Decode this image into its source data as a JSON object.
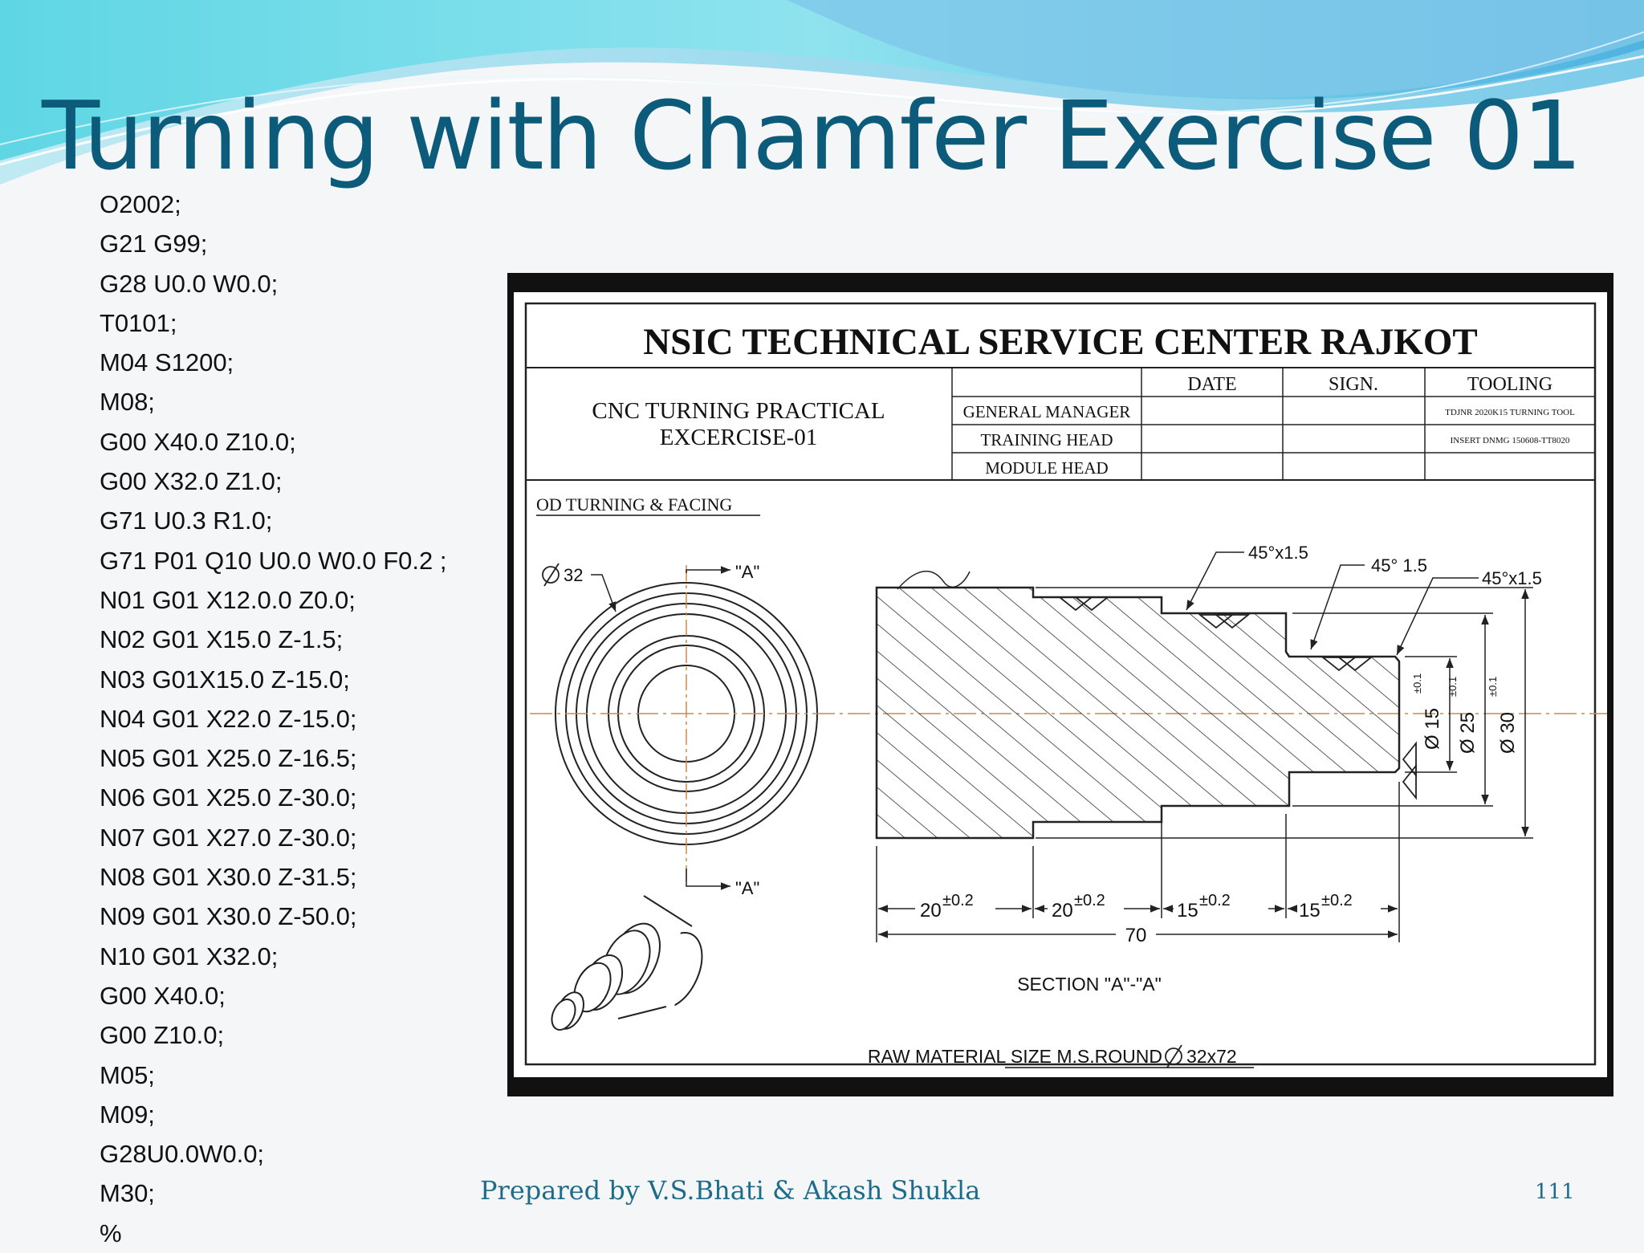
{
  "slide": {
    "title": "Turning with Chamfer Exercise 01",
    "footer_author": "Prepared by  V.S.Bhati  &   Akash Shukla",
    "page_number": "111"
  },
  "code_lines": [
    "O2002;",
    "G21 G99;",
    "G28 U0.0 W0.0;",
    "T0101;",
    "M04 S1200;",
    "M08;",
    "G00 X40.0 Z10.0;",
    "G00 X32.0 Z1.0;",
    "G71 U0.3 R1.0;",
    "G71 P01 Q10 U0.0 W0.0 F0.2 ;",
    "N01 G01 X12.0.0 Z0.0;",
    "N02 G01 X15.0 Z-1.5;",
    "N03 G01X15.0 Z-15.0;",
    "N04 G01 X22.0 Z-15.0;",
    "N05 G01 X25.0 Z-16.5;",
    "N06 G01 X25.0 Z-30.0;",
    "N07 G01 X27.0 Z-30.0;",
    "N08 G01 X30.0 Z-31.5;",
    "N09 G01 X30.0 Z-50.0;",
    "N10 G01 X32.0;",
    "G00 X40.0;",
    "G00 Z10.0;",
    "M05;",
    "M09;",
    "G28U0.0W0.0;",
    "M30;",
    "%"
  ],
  "drawing": {
    "header": "NSIC TECHNICAL SERVICE CENTER RAJKOT",
    "practical_line1": "CNC TURNING PRACTICAL",
    "practical_line2": "EXCERCISE-01",
    "col_date": "DATE",
    "col_sign": "SIGN.",
    "col_tooling": "TOOLING",
    "role_gm": "GENERAL MANAGER",
    "role_th": "TRAINING HEAD",
    "role_mh": "MODULE HEAD",
    "tool_1": "TDJNR 2020K15 TURNING TOOL",
    "tool_2": "INSERT DNMG 150608-TT8020",
    "operation": "OD TURNING & FACING",
    "dia_outer": "32",
    "section_mark": "\"A\"",
    "chamfer_1": "45°x1.5",
    "chamfer_2": "45° 1.5",
    "chamfer_3": "45°x1.5",
    "dia_15": "Ø 15",
    "dia_25": "Ø 25",
    "dia_30": "Ø 30",
    "tol_01": "±0.1",
    "len_20a": "20",
    "len_20b": "20",
    "len_15a": "15",
    "len_15b": "15",
    "tol_02": "±0.2",
    "len_total": "70",
    "section_label": "SECTION  \"A\"-\"A\"",
    "raw_material_prefix": "RAW MATERIAL SIZE M.S.ROUND",
    "raw_material_size": "32x72"
  },
  "colors": {
    "title": "#0d5b7a",
    "footer": "#1f6c8a",
    "centerline": "#c98a4a"
  }
}
